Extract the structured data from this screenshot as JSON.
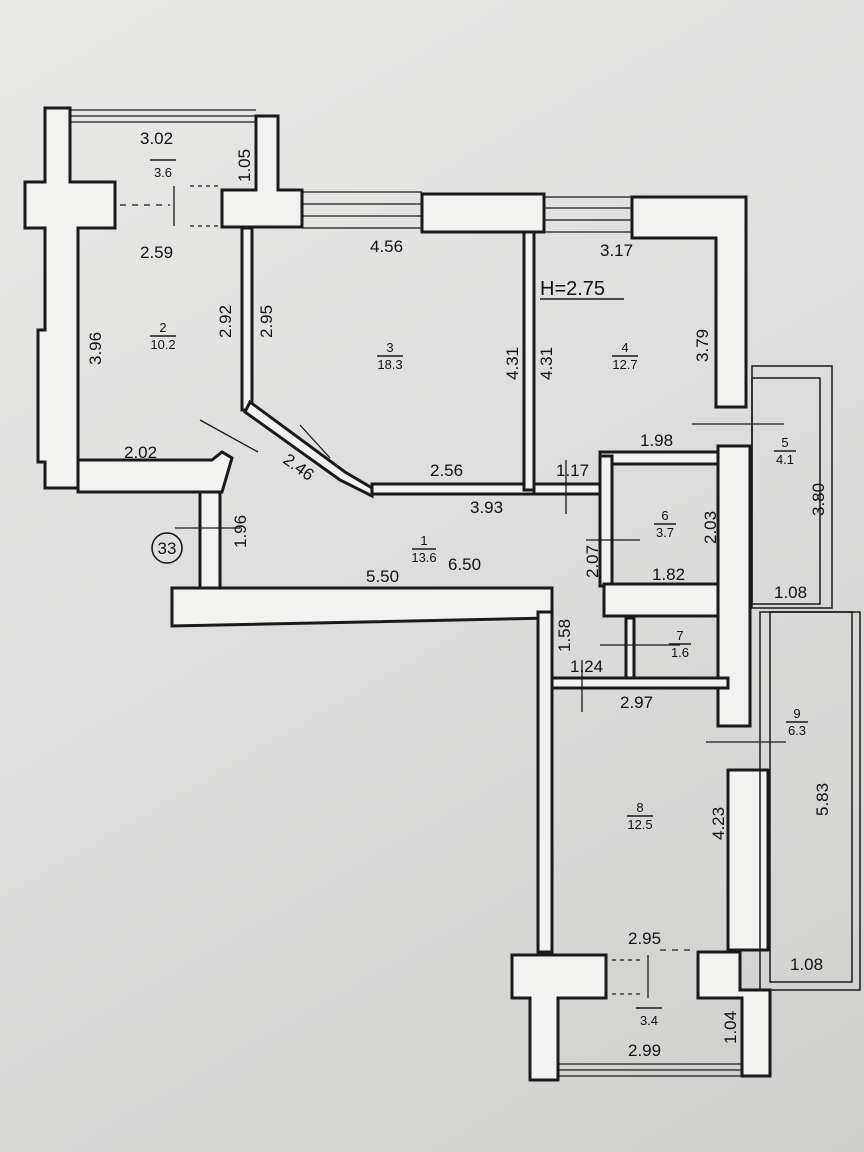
{
  "ceiling_height": "H=2.75",
  "apartment_number": "33",
  "rooms": [
    {
      "id": "1",
      "area": "13.6"
    },
    {
      "id": "2",
      "area": "10.2"
    },
    {
      "id": "3",
      "area": "18.3"
    },
    {
      "id": "4",
      "area": "12.7"
    },
    {
      "id": "5",
      "area": "4.1"
    },
    {
      "id": "6",
      "area": "3.7"
    },
    {
      "id": "7",
      "area": "1.6"
    },
    {
      "id": "8",
      "area": "12.5"
    },
    {
      "id": "9",
      "area": "6.3"
    }
  ],
  "balcony_top_area": "3.6",
  "balcony_bottom_area": "3.4",
  "dims": {
    "top_302": "3.02",
    "v_105": "1.05",
    "r2_259": "2.59",
    "r2_396": "3.96",
    "r2_292": "2.92",
    "r3_295": "2.95",
    "r3_456": "4.56",
    "r4_317": "3.17",
    "r3_431": "4.31",
    "r4_431": "4.31",
    "r4_379": "3.79",
    "hall_202": "2.02",
    "diag_246": "2.46",
    "r3_256": "2.56",
    "r4_198": "1.98",
    "hall_117": "1.17",
    "hall_393": "3.93",
    "hall_196": "1.96",
    "hall_650": "6.50",
    "hall_550": "5.50",
    "r6_203": "2.03",
    "r6_207": "2.07",
    "r6_182": "1.82",
    "r5_380": "3.80",
    "r5_108": "1.08",
    "hall_158": "1.58",
    "hall_124": "1.24",
    "r8_297": "2.97",
    "r8_423": "4.23",
    "r9_583": "5.83",
    "bal_295": "2.95",
    "r9_108": "1.08",
    "bal_104": "1.04",
    "bal_299": "2.99"
  }
}
